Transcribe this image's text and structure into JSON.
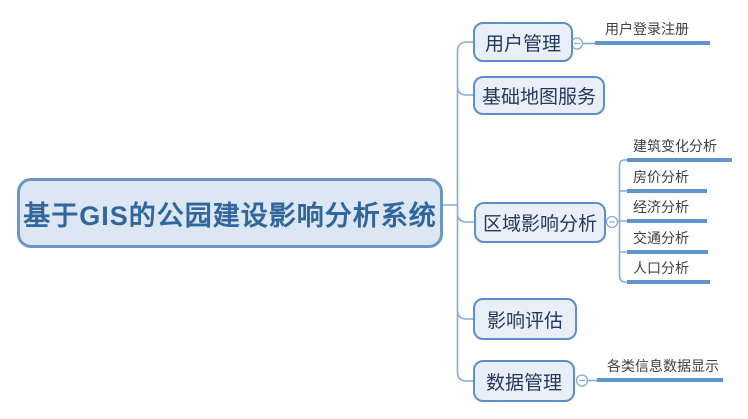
{
  "diagram": {
    "type": "mindmap",
    "root": {
      "label": "基于GIS的公园建设影响分析系统"
    },
    "branches": [
      {
        "label": "用户管理",
        "children": [
          {
            "label": "用户登录注册"
          }
        ]
      },
      {
        "label": "基础地图服务",
        "children": []
      },
      {
        "label": "区域影响分析",
        "children": [
          {
            "label": "建筑变化分析"
          },
          {
            "label": "房价分析"
          },
          {
            "label": "经济分析"
          },
          {
            "label": "交通分析"
          },
          {
            "label": "人口分析"
          }
        ]
      },
      {
        "label": "影响评估",
        "children": []
      },
      {
        "label": "数据管理",
        "children": [
          {
            "label": "各类信息数据显示"
          }
        ]
      }
    ],
    "collapse_icon": "minus",
    "colors": {
      "root_border": "#6d96c4",
      "root_fill": "#dce7f3",
      "root_text": "#31669c",
      "branch_border": "#5c8fc9",
      "branch_fill": "#e9eff9",
      "branch_text": "#24385c",
      "leaf_text": "#3e4045",
      "leaf_underline": "#6094ce",
      "connector_line": "#85abd8",
      "background": "#ffffff"
    }
  }
}
